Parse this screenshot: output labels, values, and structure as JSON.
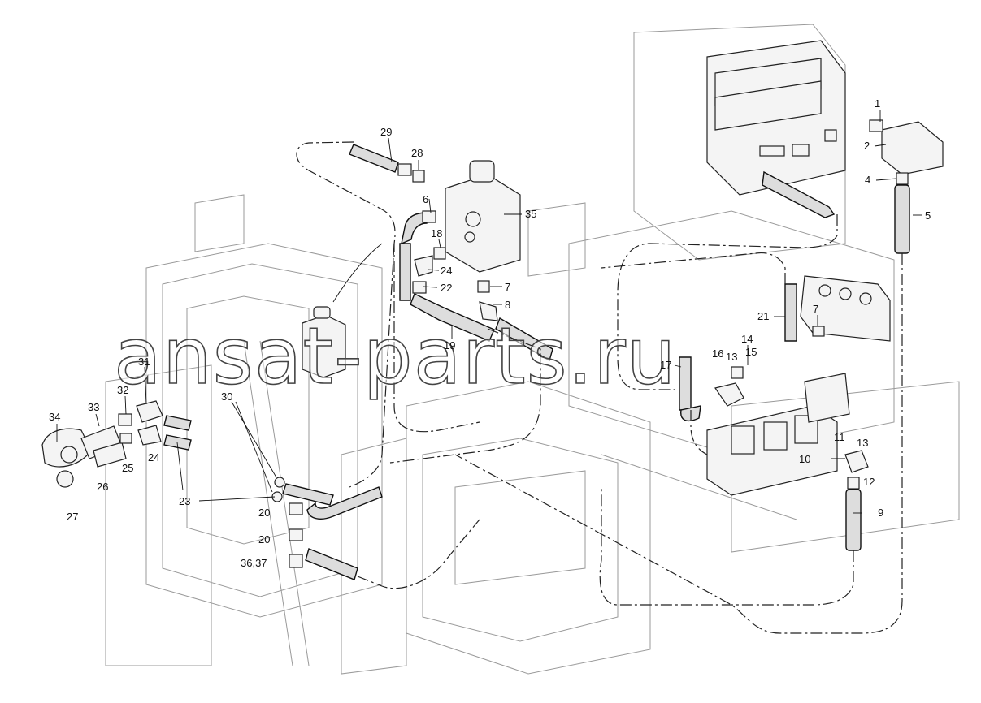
{
  "watermark": "ansat-parts.ru",
  "callouts": [
    {
      "id": "c1",
      "text": "1"
    },
    {
      "id": "c2",
      "text": "2"
    },
    {
      "id": "c4",
      "text": "4"
    },
    {
      "id": "c5",
      "text": "5"
    },
    {
      "id": "c29",
      "text": "29"
    },
    {
      "id": "c28",
      "text": "28"
    },
    {
      "id": "c6",
      "text": "6"
    },
    {
      "id": "c35",
      "text": "35"
    },
    {
      "id": "c18",
      "text": "18"
    },
    {
      "id": "c24a",
      "text": "24"
    },
    {
      "id": "c22",
      "text": "22"
    },
    {
      "id": "c7a",
      "text": "7"
    },
    {
      "id": "c8",
      "text": "8"
    },
    {
      "id": "c19",
      "text": "19"
    },
    {
      "id": "c21",
      "text": "21"
    },
    {
      "id": "c7b",
      "text": "7"
    },
    {
      "id": "c14",
      "text": "14"
    },
    {
      "id": "c16",
      "text": "16"
    },
    {
      "id": "c13a",
      "text": "13"
    },
    {
      "id": "c15",
      "text": "15"
    },
    {
      "id": "c17",
      "text": "17"
    },
    {
      "id": "c34",
      "text": "34"
    },
    {
      "id": "c33",
      "text": "33"
    },
    {
      "id": "c32",
      "text": "32"
    },
    {
      "id": "c31",
      "text": "31"
    },
    {
      "id": "c30",
      "text": "30"
    },
    {
      "id": "c25",
      "text": "25"
    },
    {
      "id": "c24b",
      "text": "24"
    },
    {
      "id": "c26",
      "text": "26"
    },
    {
      "id": "c23",
      "text": "23"
    },
    {
      "id": "c27",
      "text": "27"
    },
    {
      "id": "c20a",
      "text": "20"
    },
    {
      "id": "c20b",
      "text": "20"
    },
    {
      "id": "c3637",
      "text": "36,37"
    },
    {
      "id": "c11",
      "text": "11"
    },
    {
      "id": "c13b",
      "text": "13"
    },
    {
      "id": "c10",
      "text": "10"
    },
    {
      "id": "c12",
      "text": "12"
    },
    {
      "id": "c9",
      "text": "9"
    }
  ]
}
